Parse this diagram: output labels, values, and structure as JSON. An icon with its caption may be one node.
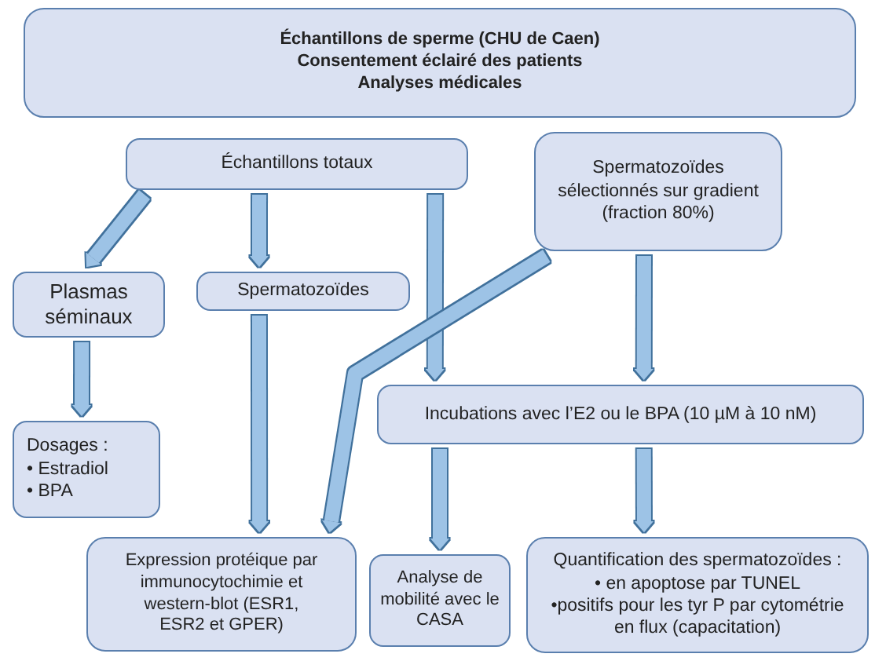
{
  "diagram": {
    "nodes": [
      {
        "text": [
          "Échantillons de sperme (CHU de Caen)",
          "Consentement éclairé des patients",
          "Analyses médicales"
        ]
      },
      {
        "text": [
          "Échantillons totaux"
        ]
      },
      {
        "text": [
          "Spermatozoïdes sélectionnés sur gradient (fraction 80%)"
        ]
      },
      {
        "text": [
          "Plasmas séminaux"
        ]
      },
      {
        "text": [
          "Spermatozoïdes"
        ]
      },
      {
        "text": [
          "Dosages :",
          "• Estradiol",
          "• BPA"
        ]
      },
      {
        "text": [
          "Incubations avec l’E2 ou le BPA (10 µM à 10 nM)"
        ]
      },
      {
        "text": [
          "Expression protéique par immunocytochimie et western-blot (ESR1, ESR2 et GPER)"
        ]
      },
      {
        "text": [
          "Analyse de mobilité avec le CASA"
        ]
      },
      {
        "text": [
          "Quantification des spermatozoïdes :",
          "• en apoptose par TUNEL",
          "•positifs pour les tyr P par cytométrie en flux (capacitation)"
        ]
      }
    ],
    "edges": [
      {
        "from": 1,
        "to": 3,
        "arrow": "to"
      },
      {
        "from": 1,
        "to": 4,
        "arrow": "to"
      },
      {
        "from": 1,
        "to": 6,
        "arrow": "to"
      },
      {
        "from": 2,
        "to": 6,
        "arrow": "to"
      },
      {
        "from": 2,
        "to": 7,
        "arrow": "to"
      },
      {
        "from": 3,
        "to": 5,
        "arrow": "to"
      },
      {
        "from": 4,
        "to": 7,
        "arrow": "to"
      },
      {
        "from": 6,
        "to": 8,
        "arrow": "to"
      },
      {
        "from": 6,
        "to": 9,
        "arrow": "to"
      }
    ]
  }
}
